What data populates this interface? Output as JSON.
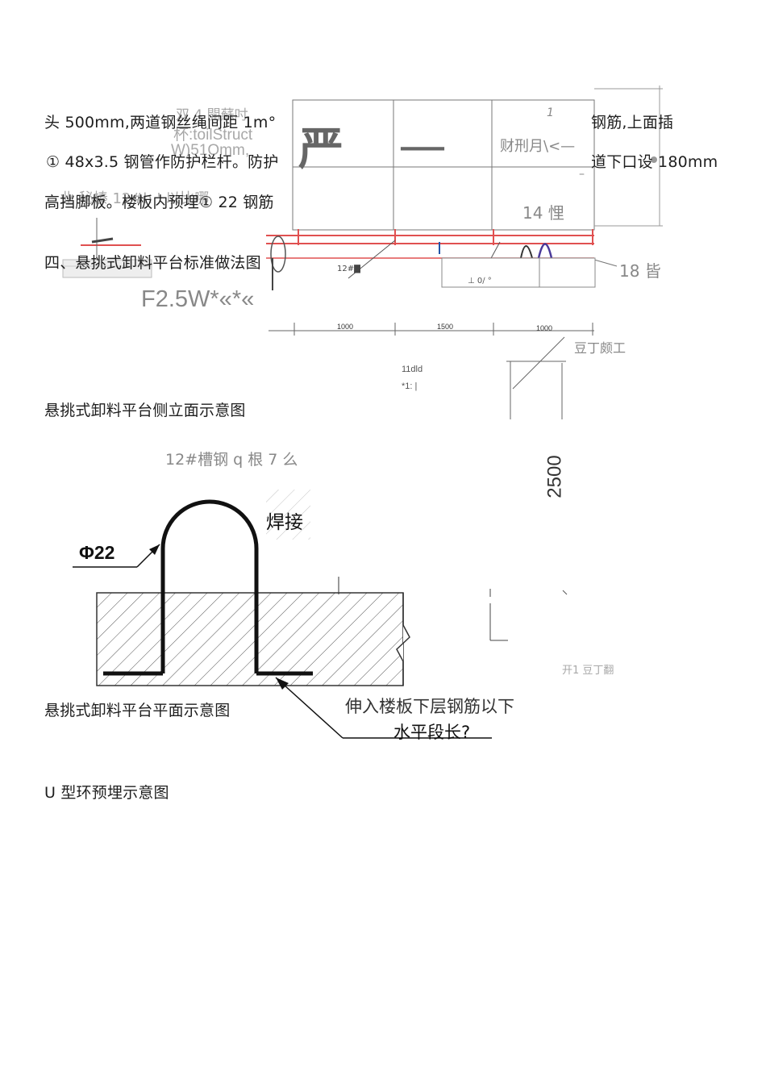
{
  "paragraph": {
    "line1_left": "头 500mm,两道钢丝绳间距 1m°",
    "line1_right": "钢筋,上面插",
    "line2_left": "① 48x3.5 钢管作防护栏杆。防护",
    "line2_right": "道下口设 180mm",
    "line3_left": "高挡脚板。楼板内预埋① 22 钢筋"
  },
  "section_heading": "四、悬挑式卸料平台标准做法图",
  "fig1": {
    "overlay_a": "双 4 開蘇吋",
    "overlay_b": "杯:toilStruct",
    "overlay_c": "W)51Omm,",
    "overlay_d": "业 秘榛 12#h ' 以比哪",
    "big_char": "严",
    "dash": "—",
    "italic_one": "1",
    "cell_text": "财刑月\\<—",
    "cell_dash": "–",
    "label_14": "14 悝",
    "label_18": "18 皆",
    "big_formula": "F2.5W*«*«",
    "small_label": "12#▇",
    "sub_label": "⊥ 0∕ °",
    "dim1": "1000",
    "dim2": "1500",
    "dim3": "1000",
    "footnote_a": "11dld",
    "footnote_b": "*1: |",
    "watermark": "豆丁颇工",
    "vertical_dim": "2500",
    "bottom_watermark": "开1 豆丁翻"
  },
  "caption1": "悬挑式卸料平台侧立面示意图",
  "fig2": {
    "title": "12#槽钢 q 根 7 么",
    "weld_label": "焊接",
    "diameter_label": "Φ22",
    "extend_label": "伸入楼板下层钢筋以下",
    "horizontal_label": "水平段长?"
  },
  "caption2": "悬挑式卸料平台平面示意图",
  "caption3": "U 型环预埋示意图"
}
